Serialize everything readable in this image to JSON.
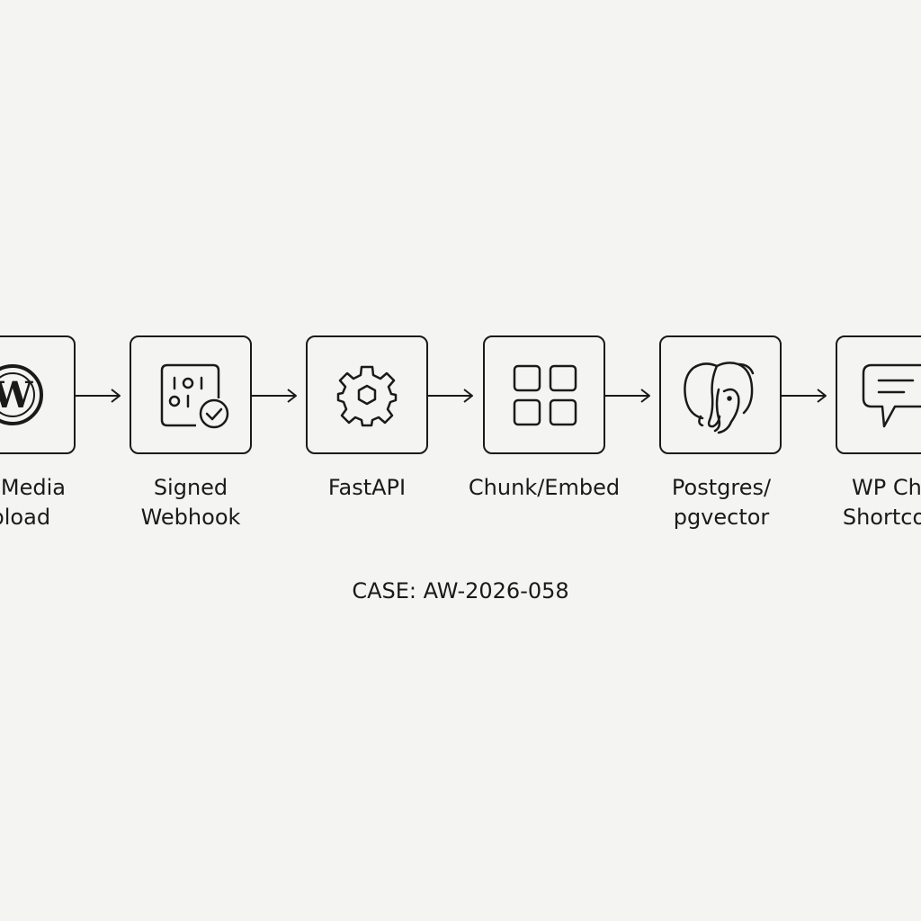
{
  "diagram": {
    "nodes": [
      {
        "id": "wp-media-upload",
        "icon": "wordpress-icon",
        "lines": [
          "WP Media",
          "Upload"
        ]
      },
      {
        "id": "signed-webhook",
        "icon": "signed-webhook-icon",
        "lines": [
          "Signed",
          "Webhook"
        ]
      },
      {
        "id": "fastapi",
        "icon": "gear-icon",
        "lines": [
          "FastAPI"
        ]
      },
      {
        "id": "chunk-embed",
        "icon": "grid-icon",
        "lines": [
          "Chunk/Embed"
        ]
      },
      {
        "id": "postgres-pgvector",
        "icon": "postgres-elephant-icon",
        "lines": [
          "Postgres/",
          "pgvector"
        ]
      },
      {
        "id": "wp-chat-shortcode",
        "icon": "chat-bubble-icon",
        "lines": [
          "WP Chat",
          "Shortcode"
        ]
      }
    ],
    "case_label": "CASE: AW-2026-058"
  }
}
